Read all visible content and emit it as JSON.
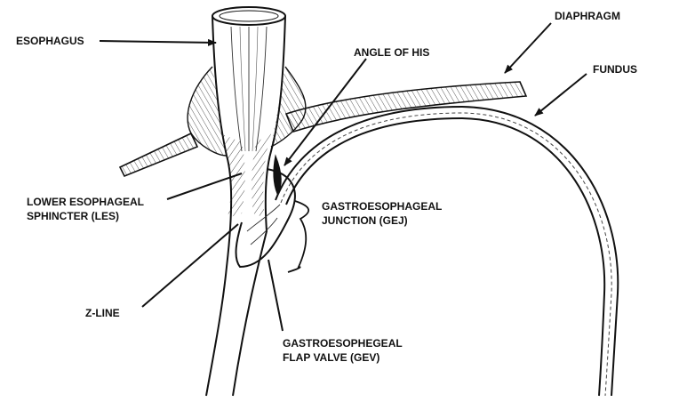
{
  "labels": {
    "esophagus": "ESOPHAGUS",
    "angle_of_his": "ANGLE OF HIS",
    "diaphragm": "DIAPHRAGM",
    "fundus": "FUNDUS",
    "les_line1": "LOWER ESOPHAGEAL",
    "les_line2": "SPHINCTER (LES)",
    "gej_line1": "GASTROESOPHAGEAL",
    "gej_line2": "JUNCTION (GEJ)",
    "zline": "Z-LINE",
    "gev_line1": "GASTROESOPHEGEAL",
    "gev_line2": "FLAP VALVE  (GEV)"
  },
  "colors": {
    "ink": "#111111",
    "paper": "#ffffff"
  }
}
